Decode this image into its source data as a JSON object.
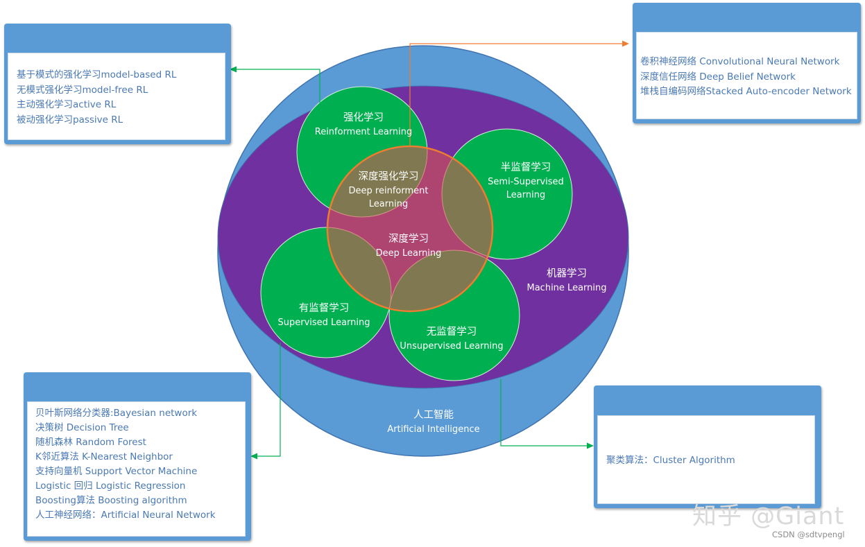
{
  "center": {
    "ai": {
      "zh": "人工智能",
      "en": "Artificial Intelligence"
    },
    "ml": {
      "zh": "机器学习",
      "en": "Machine Learning"
    },
    "rl": {
      "zh": "强化学习",
      "en": "Reinforment Learning"
    },
    "drl": {
      "zh": "深度强化学习",
      "en1": "Deep reinforment",
      "en2": "Learning"
    },
    "dl": {
      "zh": "深度学习",
      "en": "Deep Learning"
    },
    "semi": {
      "zh": "半监督学习",
      "en1": "Semi-Supervised",
      "en2": "Learning"
    },
    "sup": {
      "zh": "有监督学习",
      "en": "Supervised Learning"
    },
    "unsup": {
      "zh": "无监督学习",
      "en": "Unsupervised Learning"
    }
  },
  "panels": {
    "rl_methods": [
      "基于模式的强化学习model-based RL",
      "无模式强化学习model-free RL",
      "主动强化学习active RL",
      "被动强化学习passive RL"
    ],
    "dl_methods": [
      "卷积神经网络 Convolutional Neural Network",
      "深度信任网络 Deep Belief Network",
      "堆栈自编码网络Stacked Auto-encoder Network"
    ],
    "supervised_methods": [
      "贝叶斯网络分类器:Bayesian network",
      "决策树 Decision Tree",
      "随机森林 Random Forest",
      "K邻近算法 K-Nearest Neighbor",
      "支持向量机 Support Vector Machine",
      "Logistic 回归 Logistic Regression",
      "Boosting算法 Boosting algorithm",
      "人工神经网络：Artificial Neural Network"
    ],
    "unsupervised_methods": [
      "聚类算法：Cluster Algorithm"
    ]
  },
  "watermark": "知乎 @Giant",
  "credit": "CSDN @sdtvpengl",
  "colors": {
    "ai": "#5b9bd5",
    "ml": "#7030a0",
    "green": "#00b050",
    "dl_fill": "#c0504d",
    "dl_border": "#ed7d31",
    "text": "#4a79b4"
  }
}
